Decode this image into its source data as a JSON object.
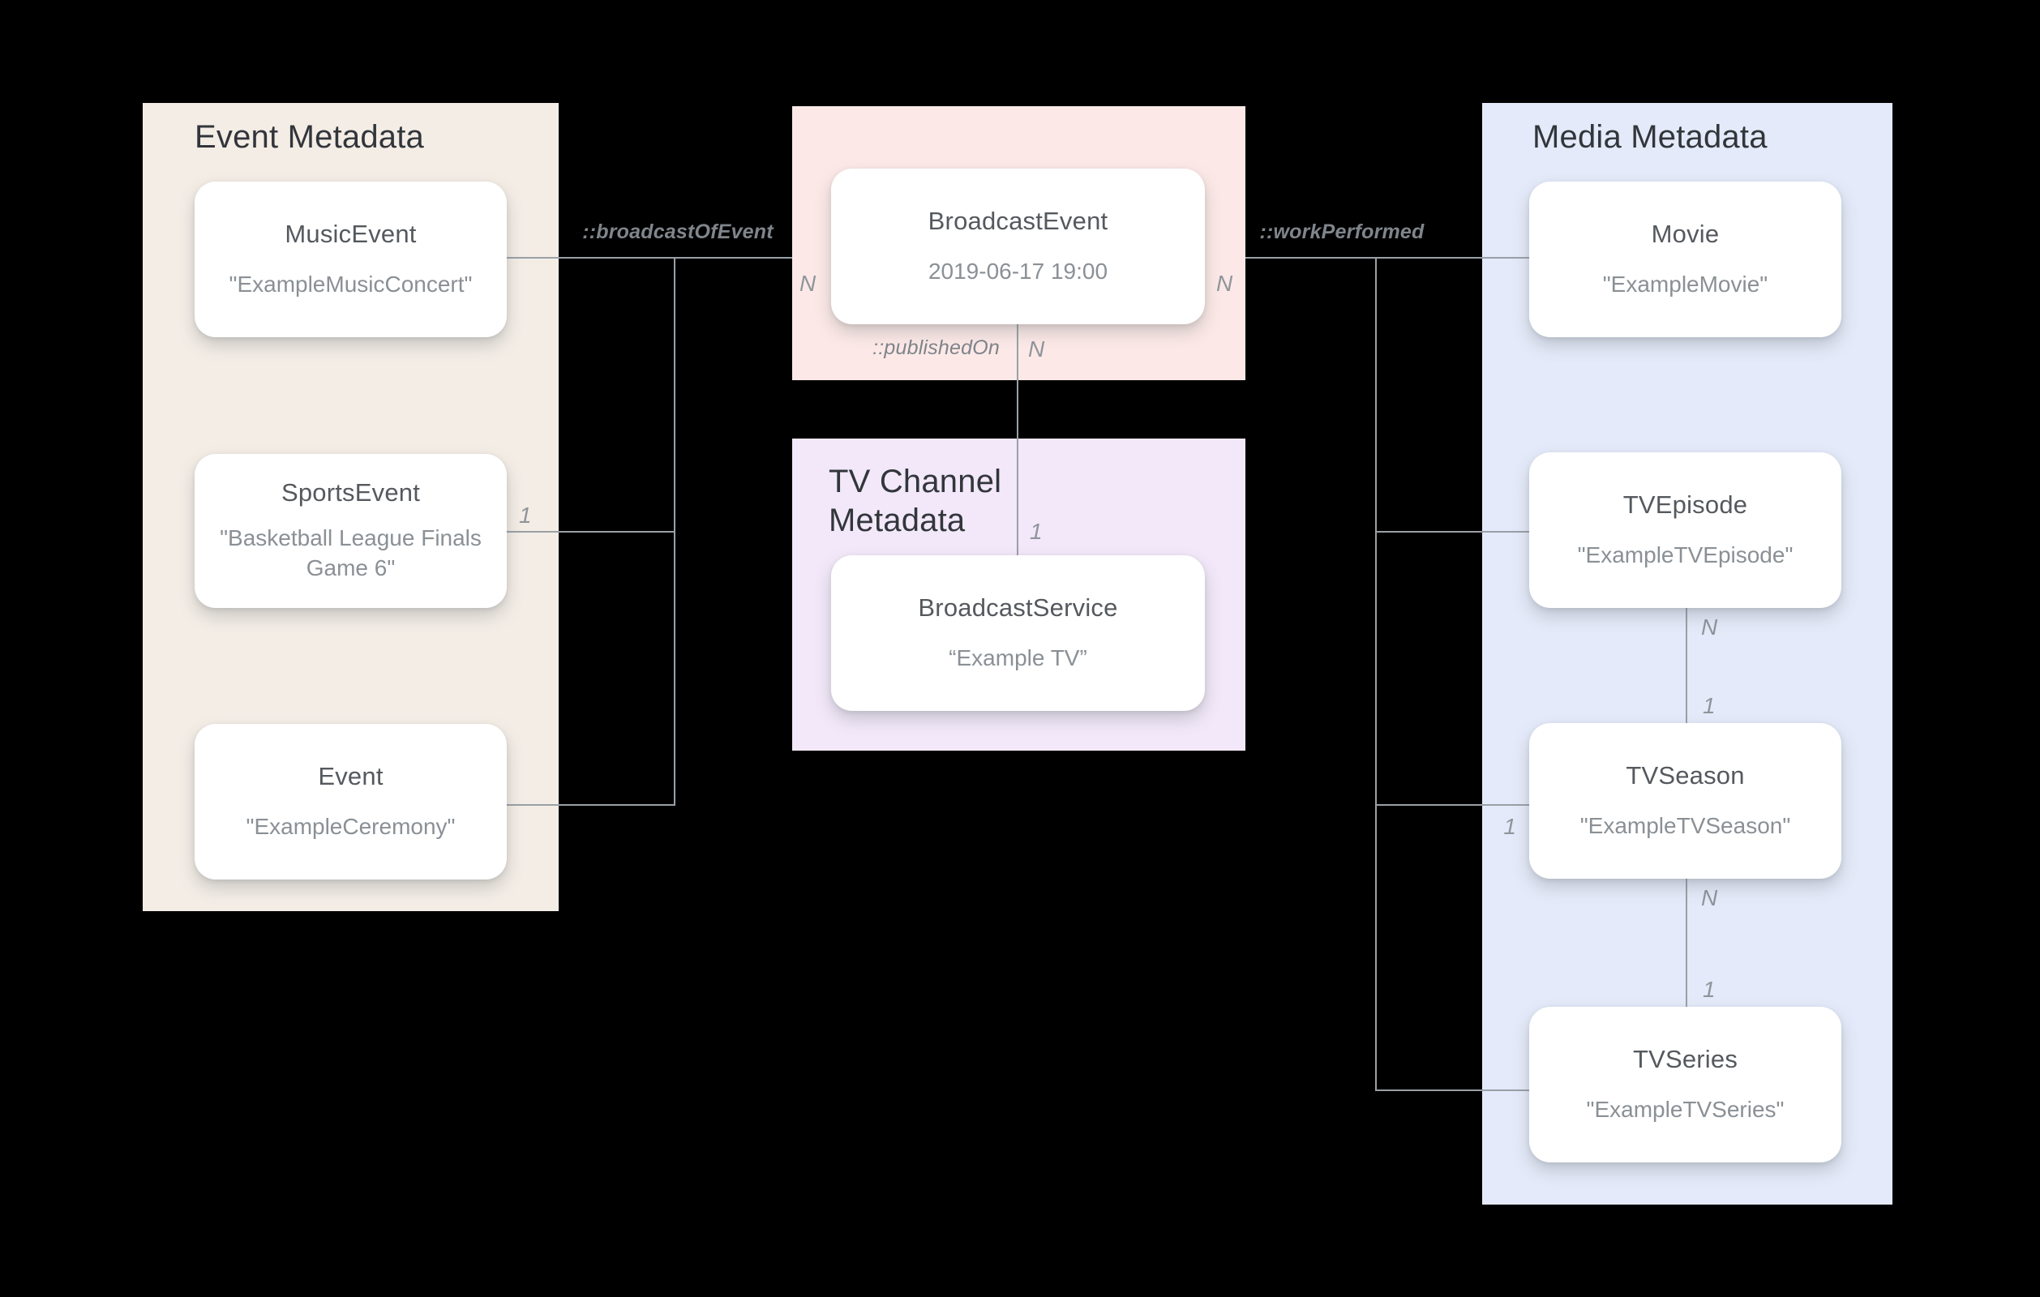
{
  "diagram": {
    "panels": {
      "event": {
        "title": "Event Metadata"
      },
      "tv_channel": {
        "title": "TV Channel Metadata"
      },
      "media": {
        "title": "Media Metadata"
      }
    },
    "nodes": {
      "music_event": {
        "type": "MusicEvent",
        "name": "\"ExampleMusicConcert\""
      },
      "sports_event": {
        "type": "SportsEvent",
        "name": "\"Basketball League Finals Game 6\""
      },
      "event": {
        "type": "Event",
        "name": "\"ExampleCeremony\""
      },
      "broadcast_event": {
        "type": "BroadcastEvent",
        "name": "2019-06-17 19:00"
      },
      "broadcast_service": {
        "type": "BroadcastService",
        "name": "“Example TV”"
      },
      "movie": {
        "type": "Movie",
        "name": "\"ExampleMovie\""
      },
      "tv_episode": {
        "type": "TVEpisode",
        "name": "\"ExampleTVEpisode\""
      },
      "tv_season": {
        "type": "TVSeason",
        "name": "\"ExampleTVSeason\""
      },
      "tv_series": {
        "type": "TVSeries",
        "name": "\"ExampleTVSeries\""
      }
    },
    "edge_labels": {
      "broadcast_of_event": "::broadcastOfEvent",
      "work_performed": "::workPerformed",
      "published_on": "::publishedOn"
    },
    "cardinality": {
      "many": "N",
      "one": "1"
    },
    "colors": {
      "background": "#000000",
      "event_panel": "#F4EDE6",
      "broadcast_panel": "#FCE9E7",
      "tv_channel_panel": "#F2E8F9",
      "media_panel": "#E4EAF9",
      "card": "#FFFFFF",
      "connector_line": "#9AA0A6",
      "panel_title_text": "#32363B",
      "card_type_text": "#55595E",
      "card_name_text": "#8A9095",
      "edge_label_text": "#7F858B"
    }
  }
}
